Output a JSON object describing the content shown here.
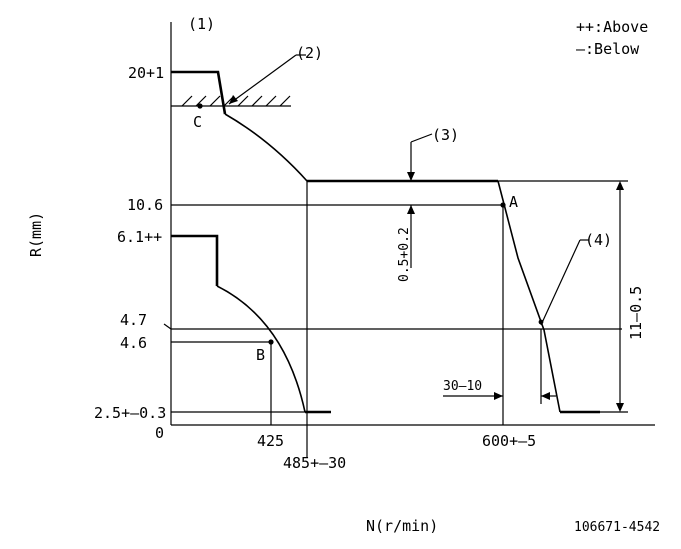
{
  "legend": {
    "above": "++:Above",
    "below": "—:Below"
  },
  "callouts": {
    "c1": "(1)",
    "c2": "(2)",
    "c3": "(3)",
    "c4": "(4)"
  },
  "points": {
    "A": "A",
    "B": "B",
    "C": "C"
  },
  "y_labels": {
    "top": "20+1",
    "r106": "10.6",
    "r61": "6.1++",
    "r47": "4.7",
    "r46": "4.6",
    "r25": "2.5+—0.3",
    "zero": "0"
  },
  "x_labels": {
    "n425": "425",
    "n485": "485+—30",
    "n600": "600+—5"
  },
  "dims": {
    "vert_small": "0.5+0.2",
    "vert_big": "11—0.5",
    "horiz": "30—10"
  },
  "axes": {
    "ylabel": "R(mm)",
    "xlabel": "N(r/min)"
  },
  "part_number": "106671-4542"
}
